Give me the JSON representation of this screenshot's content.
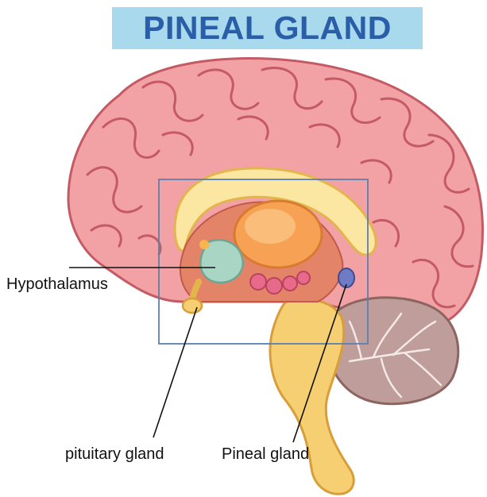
{
  "title": "PINEAL GLAND",
  "labels": {
    "hypothalamus": "Hypothalamus",
    "pituitary": "pituitary gland",
    "pineal": "Pineal gland"
  },
  "colors": {
    "title_bg": "#a8d9ec",
    "title_text": "#2b5ea8",
    "cerebrum": "#f2a1a5",
    "cerebrum_outline": "#c45a63",
    "cerebellum": "#bf9d9a",
    "brainstem": "#f7cf73",
    "thalamus": "#f7a154",
    "hypothalamus": "#a9d5c5",
    "pineal": "#6f7bc4",
    "highlight_box": "#5b7fb0"
  }
}
